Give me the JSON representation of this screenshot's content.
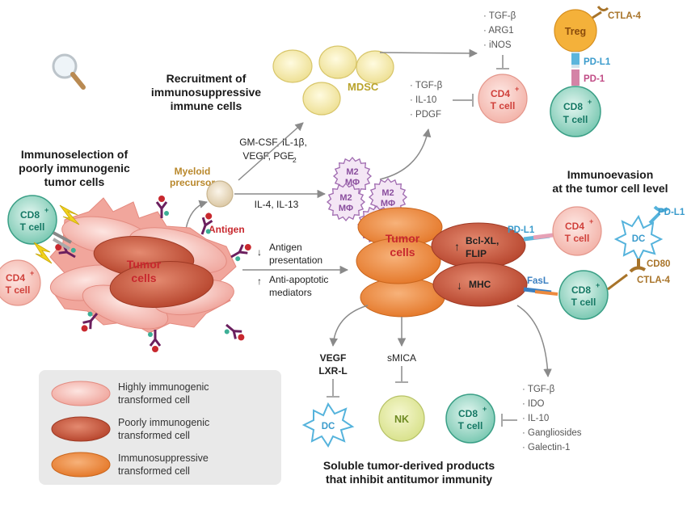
{
  "colors": {
    "pink_fill": "#f4b6ae",
    "pink_light": "#fbd6d0",
    "dark_red": "#c0533e",
    "dark_red_light": "#d9745c",
    "orange": "#ec8a3e",
    "teal": "#3daf96",
    "teal_light": "#b7e3d6",
    "yellow_green": "#e8ec9c",
    "treg": "#f2b33d",
    "mdsc": "#f6eda8",
    "purple": "#a06bb0",
    "blue": "#55b3dc",
    "brown": "#a8742a",
    "red_text": "#c8282e",
    "arrow": "#8a8a8a"
  },
  "labels": {
    "recruit_title_1": "Recruitment of",
    "recruit_title_2": "immunosuppressive",
    "recruit_title_3": "immune cells",
    "mdsc": "MDSC",
    "top_list": [
      "· TGF-β",
      "· ARG1",
      "· iNOS"
    ],
    "mid_list": [
      "· TGF-β",
      "· IL-10",
      "· PDGF"
    ],
    "cd4_main": "CD4",
    "cd4_sup": "+",
    "t_cell": "T cell",
    "cd8_main": "CD8",
    "cd8_sup": "+",
    "treg": "Treg",
    "ctla4": "CTLA-4",
    "pdl1": "PD-L1",
    "pd1": "PD-1",
    "immunosel_1": "Immunoselection of",
    "immunosel_2": "poorly immunogenic",
    "immunosel_3": "tumor cells",
    "gm_1": "GM-CSF, IL-1β,",
    "gm_2": "VEGF, PGE",
    "gm_2_sub": "2",
    "myeloid_1": "Myeloid",
    "myeloid_2": "precursor",
    "il4": "IL-4, IL-13",
    "m2": "M2",
    "mphi": "MΦ",
    "immunoevasion_1": "Immunoevasion",
    "immunoevasion_2": "at the tumor cell level",
    "antigen": "Antigen",
    "tumor_1": "Tumor",
    "tumor_2": "cells",
    "antigen_pres_1": "Antigen",
    "antigen_pres_2": "presentation",
    "anti_apop_1": "Anti-apoptotic",
    "anti_apop_2": "mediators",
    "arrow_down": "↓",
    "arrow_up": "↑",
    "bcl_1": "Bcl-XL,",
    "bcl_2": "FLIP",
    "mhc": "MHC",
    "dc": "DC",
    "cd80": "CD80",
    "fasl": "FasL",
    "vegf_1": "VEGF",
    "vegf_2": "LXR-L",
    "smica": "sMICA",
    "nk": "NK",
    "bottom_list": [
      "· TGF-β",
      "· IDO",
      "· IL-10",
      "· Gangliosides",
      "· Galectin-1"
    ],
    "soluble_1": "Soluble tumor-derived products",
    "soluble_2": "that inhibit antitumor immunity"
  },
  "legend": [
    {
      "line1": "Highly immunogenic",
      "line2": "transformed cell",
      "color": "#f4b6ae"
    },
    {
      "line1": "Poorly immunogenic",
      "line2": "transformed cell",
      "color": "#c0533e"
    },
    {
      "line1": "Immunosuppressive",
      "line2": "transformed cell",
      "color": "#ec8a3e"
    }
  ]
}
